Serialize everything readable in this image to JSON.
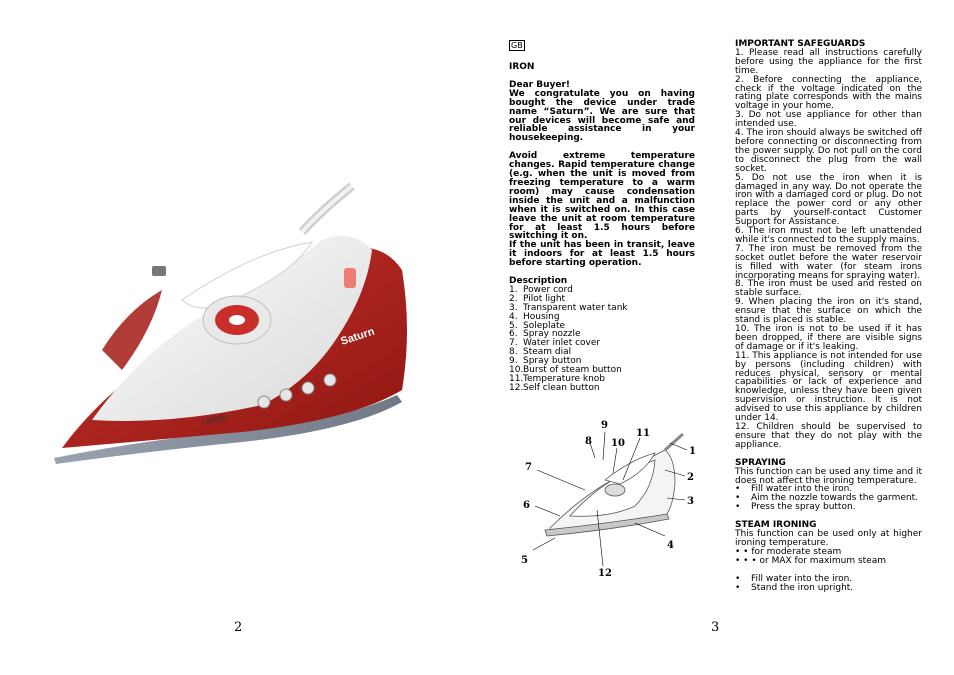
{
  "left_page": {
    "page_number": "2",
    "photo_brand": "Saturn",
    "photo_wattage": "2200Вт"
  },
  "right_page": {
    "page_number": "3",
    "lang_tag": "GB",
    "heading": "IRON",
    "greeting": "Dear Buyer!",
    "intro": "We congratulate you on having bought the device under trade name “Saturn”. We are sure that our devices will become safe and reliable assistance in your housekeeping.",
    "warning1": "Avoid extreme temperature changes. Rapid temperature change (e.g. when the unit is moved from freezing temperature to a warm room) may cause condensation inside the unit and a malfunction when it is switched on. In this case leave the unit at room temperature for at least 1.5 hours before switching it on.",
    "warning2": "If the unit has been in transit, leave it indoors for at least 1.5 hours before starting operation.",
    "description_title": "Description",
    "description_items": [
      {
        "n": "1.",
        "t": "Power cord"
      },
      {
        "n": "2.",
        "t": "Pilot light"
      },
      {
        "n": "3.",
        "t": "Transparent water tank"
      },
      {
        "n": "4.",
        "t": "Housing"
      },
      {
        "n": "5.",
        "t": "Soleplate"
      },
      {
        "n": "6.",
        "t": "Spray nozzle"
      },
      {
        "n": "7.",
        "t": "Water inlet cover"
      },
      {
        "n": "8.",
        "t": "Steam dial"
      },
      {
        "n": "9.",
        "t": "Spray button"
      },
      {
        "n": "10.",
        "t": "Burst of steam button"
      },
      {
        "n": "11.",
        "t": "Temperature knob"
      },
      {
        "n": "12.",
        "t": "Self clean button"
      }
    ],
    "diagram_labels": [
      "1",
      "2",
      "3",
      "4",
      "5",
      "6",
      "7",
      "8",
      "9",
      "10",
      "11",
      "12"
    ],
    "safeguards_title": "IMPORTANT SAFEGUARDS",
    "safeguards": [
      "1. Please read all instructions carefully before using the appliance for the first time.",
      "2. Before connecting the appliance, check if the voltage indicated on the rating plate corresponds with the mains voltage in your home.",
      "3. Do not use appliance for other than intended use.",
      "4. The iron should always be switched off before connecting or disconnecting from the power supply. Do not pull on the cord to disconnect the plug from the wall socket.",
      "5. Do not use the iron when it is damaged in any way. Do not operate the iron with a damaged cord or plug. Do not replace the power cord or any other parts by yourself-contact Customer Support for Assistance.",
      "6. The iron must not be left unattended while it's connected to the supply mains.",
      "7. The iron must be removed from the socket outlet before the water reservoir is filled with water (for steam irons incorporating means for spraying water).",
      "8. The iron must be used and rested on stable surface.",
      "9. When placing the iron on it's stand, ensure that the surface on which the stand is placed is stable.",
      "10. The iron is not to be used if it has been dropped, if there are visible signs of damage or if it's leaking.",
      "11. This appliance is not intended for use by persons (including children) with reduces physical, sensory or mental capabilities or lack of experience and knowledge, unless they have been given supervision or instruction. It is not advised to use this appliance by children under 14.",
      "12. Children should be supervised to ensure that they do not play with the appliance."
    ],
    "spraying_title": "SPRAYING",
    "spraying_text": "This function can be used any time and it does not affect the ironing temperature.",
    "spraying_steps": [
      "Fill water into the iron.",
      "Aim the nozzle towards the garment.",
      "Press the spray button."
    ],
    "steam_title": "STEAM IRONING",
    "steam_text": "This function can be used only at higher ironing temperature.",
    "steam_levels": [
      "• • for moderate steam",
      "• • • or MAX for maximum steam"
    ],
    "steam_steps": [
      "Fill water into the iron.",
      "Stand the iron upright."
    ]
  }
}
